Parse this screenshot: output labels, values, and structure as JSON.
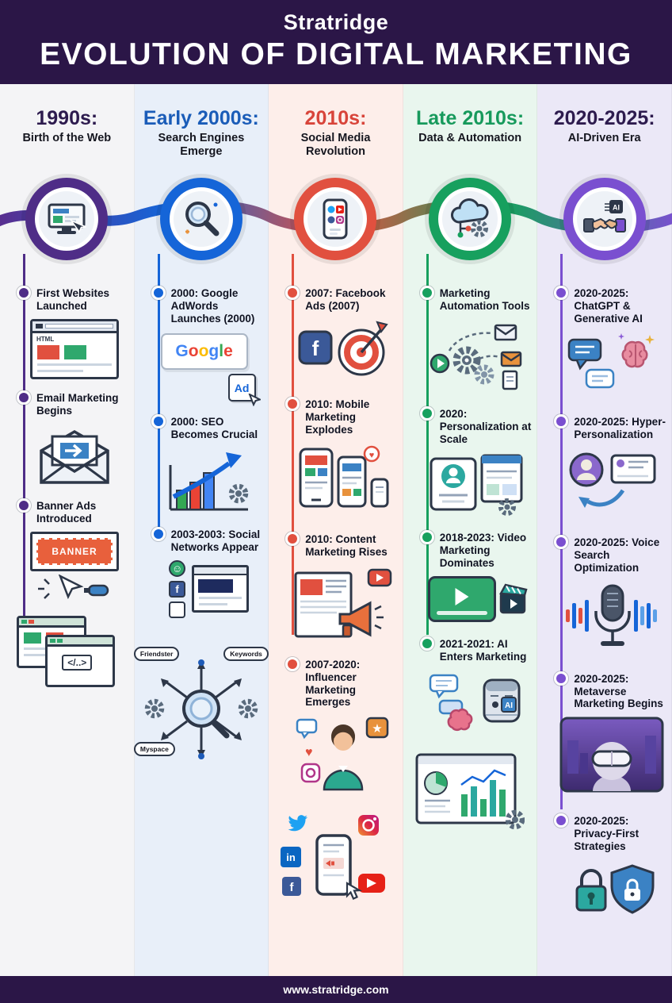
{
  "header": {
    "logo": "Stratridge",
    "title": "EVOLUTION OF DIGITAL MARKETING"
  },
  "footer": {
    "url": "www.stratridge.com"
  },
  "icons": {
    "facebook_letter": "f",
    "linkedin_letter": "in",
    "ai_chip": "AI",
    "smiley": "☺",
    "heart": "♥",
    "star": "★",
    "code_tag": "</..>"
  },
  "colors": {
    "header_bg": "#2b1647",
    "col_accents": [
      "#4f2d87",
      "#1565d8",
      "#e1503f",
      "#17a05e",
      "#7a4fd0"
    ]
  },
  "columns": [
    {
      "era": "1990s:",
      "subtitle": "Birth of the Web",
      "node_icon": "desktop-computer-icon",
      "items": [
        {
          "label": "First Websites Launched",
          "detail": "HTML"
        },
        {
          "label": "Email Marketing Begins"
        },
        {
          "label": "Banner Ads Introduced",
          "detail": "BANNER"
        }
      ]
    },
    {
      "era": "Early 2000s:",
      "subtitle": "Search Engines Emerge",
      "node_icon": "magnifying-glass-icon",
      "items": [
        {
          "label": "2000: Google AdWords Launches (2000)",
          "google_letters": [
            "G",
            "o",
            "o",
            "g",
            "l",
            "e"
          ],
          "ad_label": "Ad"
        },
        {
          "label": "2000: SEO Becomes Crucial"
        },
        {
          "label": "2003-2003: Social Networks Appear"
        }
      ],
      "network_tags": [
        "Friendster",
        "Keywords",
        "Myspace"
      ]
    },
    {
      "era": "2010s:",
      "subtitle": "Social Media Revolution",
      "node_icon": "mobile-social-media-icon",
      "items": [
        {
          "label": "2007: Facebook Ads (2007)"
        },
        {
          "label": "2010: Mobile Marketing Explodes"
        },
        {
          "label": "2010: Content Marketing Rises"
        },
        {
          "label": "2007-2020: Influencer Marketing Emerges"
        }
      ]
    },
    {
      "era": "Late 2010s:",
      "subtitle": "Data & Automation",
      "node_icon": "cloud-automation-icon",
      "items": [
        {
          "label": "Marketing Automation Tools"
        },
        {
          "label": "2020: Personalization at Scale"
        },
        {
          "label": "2018-2023: Video Marketing Dominates"
        },
        {
          "label": "2021-2021: AI Enters Marketing"
        }
      ]
    },
    {
      "era": "2020-2025:",
      "subtitle": "AI-Driven Era",
      "node_icon": "ai-handshake-icon",
      "items": [
        {
          "label": "2020-2025: ChatGPT & Generative AI"
        },
        {
          "label": "2020-2025: Hyper-Personalization"
        },
        {
          "label": "2020-2025: Voice Search Optimization"
        },
        {
          "label": "2020-2025: Metaverse Marketing Begins"
        },
        {
          "label": "2020-2025: Privacy-First Strategies"
        }
      ]
    }
  ]
}
